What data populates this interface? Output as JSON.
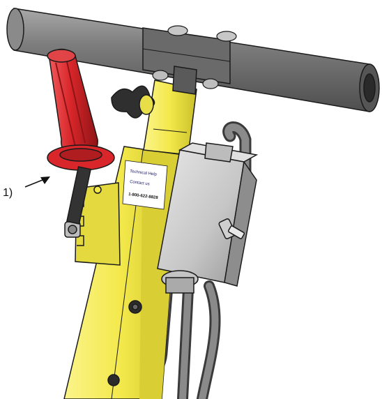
{
  "figure": {
    "callout_label": "1)",
    "decal": {
      "line1": "Technical Help",
      "line2": "Contact us",
      "phone": "1-800-622-8828"
    },
    "colors": {
      "frame_yellow": "#f3e84a",
      "frame_yellow_shade": "#c9bf2a",
      "grip_red": "#d8262a",
      "grip_red_dark": "#8e1416",
      "bar_gray": "#6e6e6e",
      "bar_gray_light": "#9a9a9a",
      "box_steel": "#c9c9c9",
      "tube_dark": "#4a4a4a",
      "outline": "#1a1a1a"
    },
    "parts": [
      "handlebar",
      "grip",
      "frame",
      "switch-box",
      "hydraulic-tubes",
      "knob",
      "ratchet-bracket"
    ]
  }
}
